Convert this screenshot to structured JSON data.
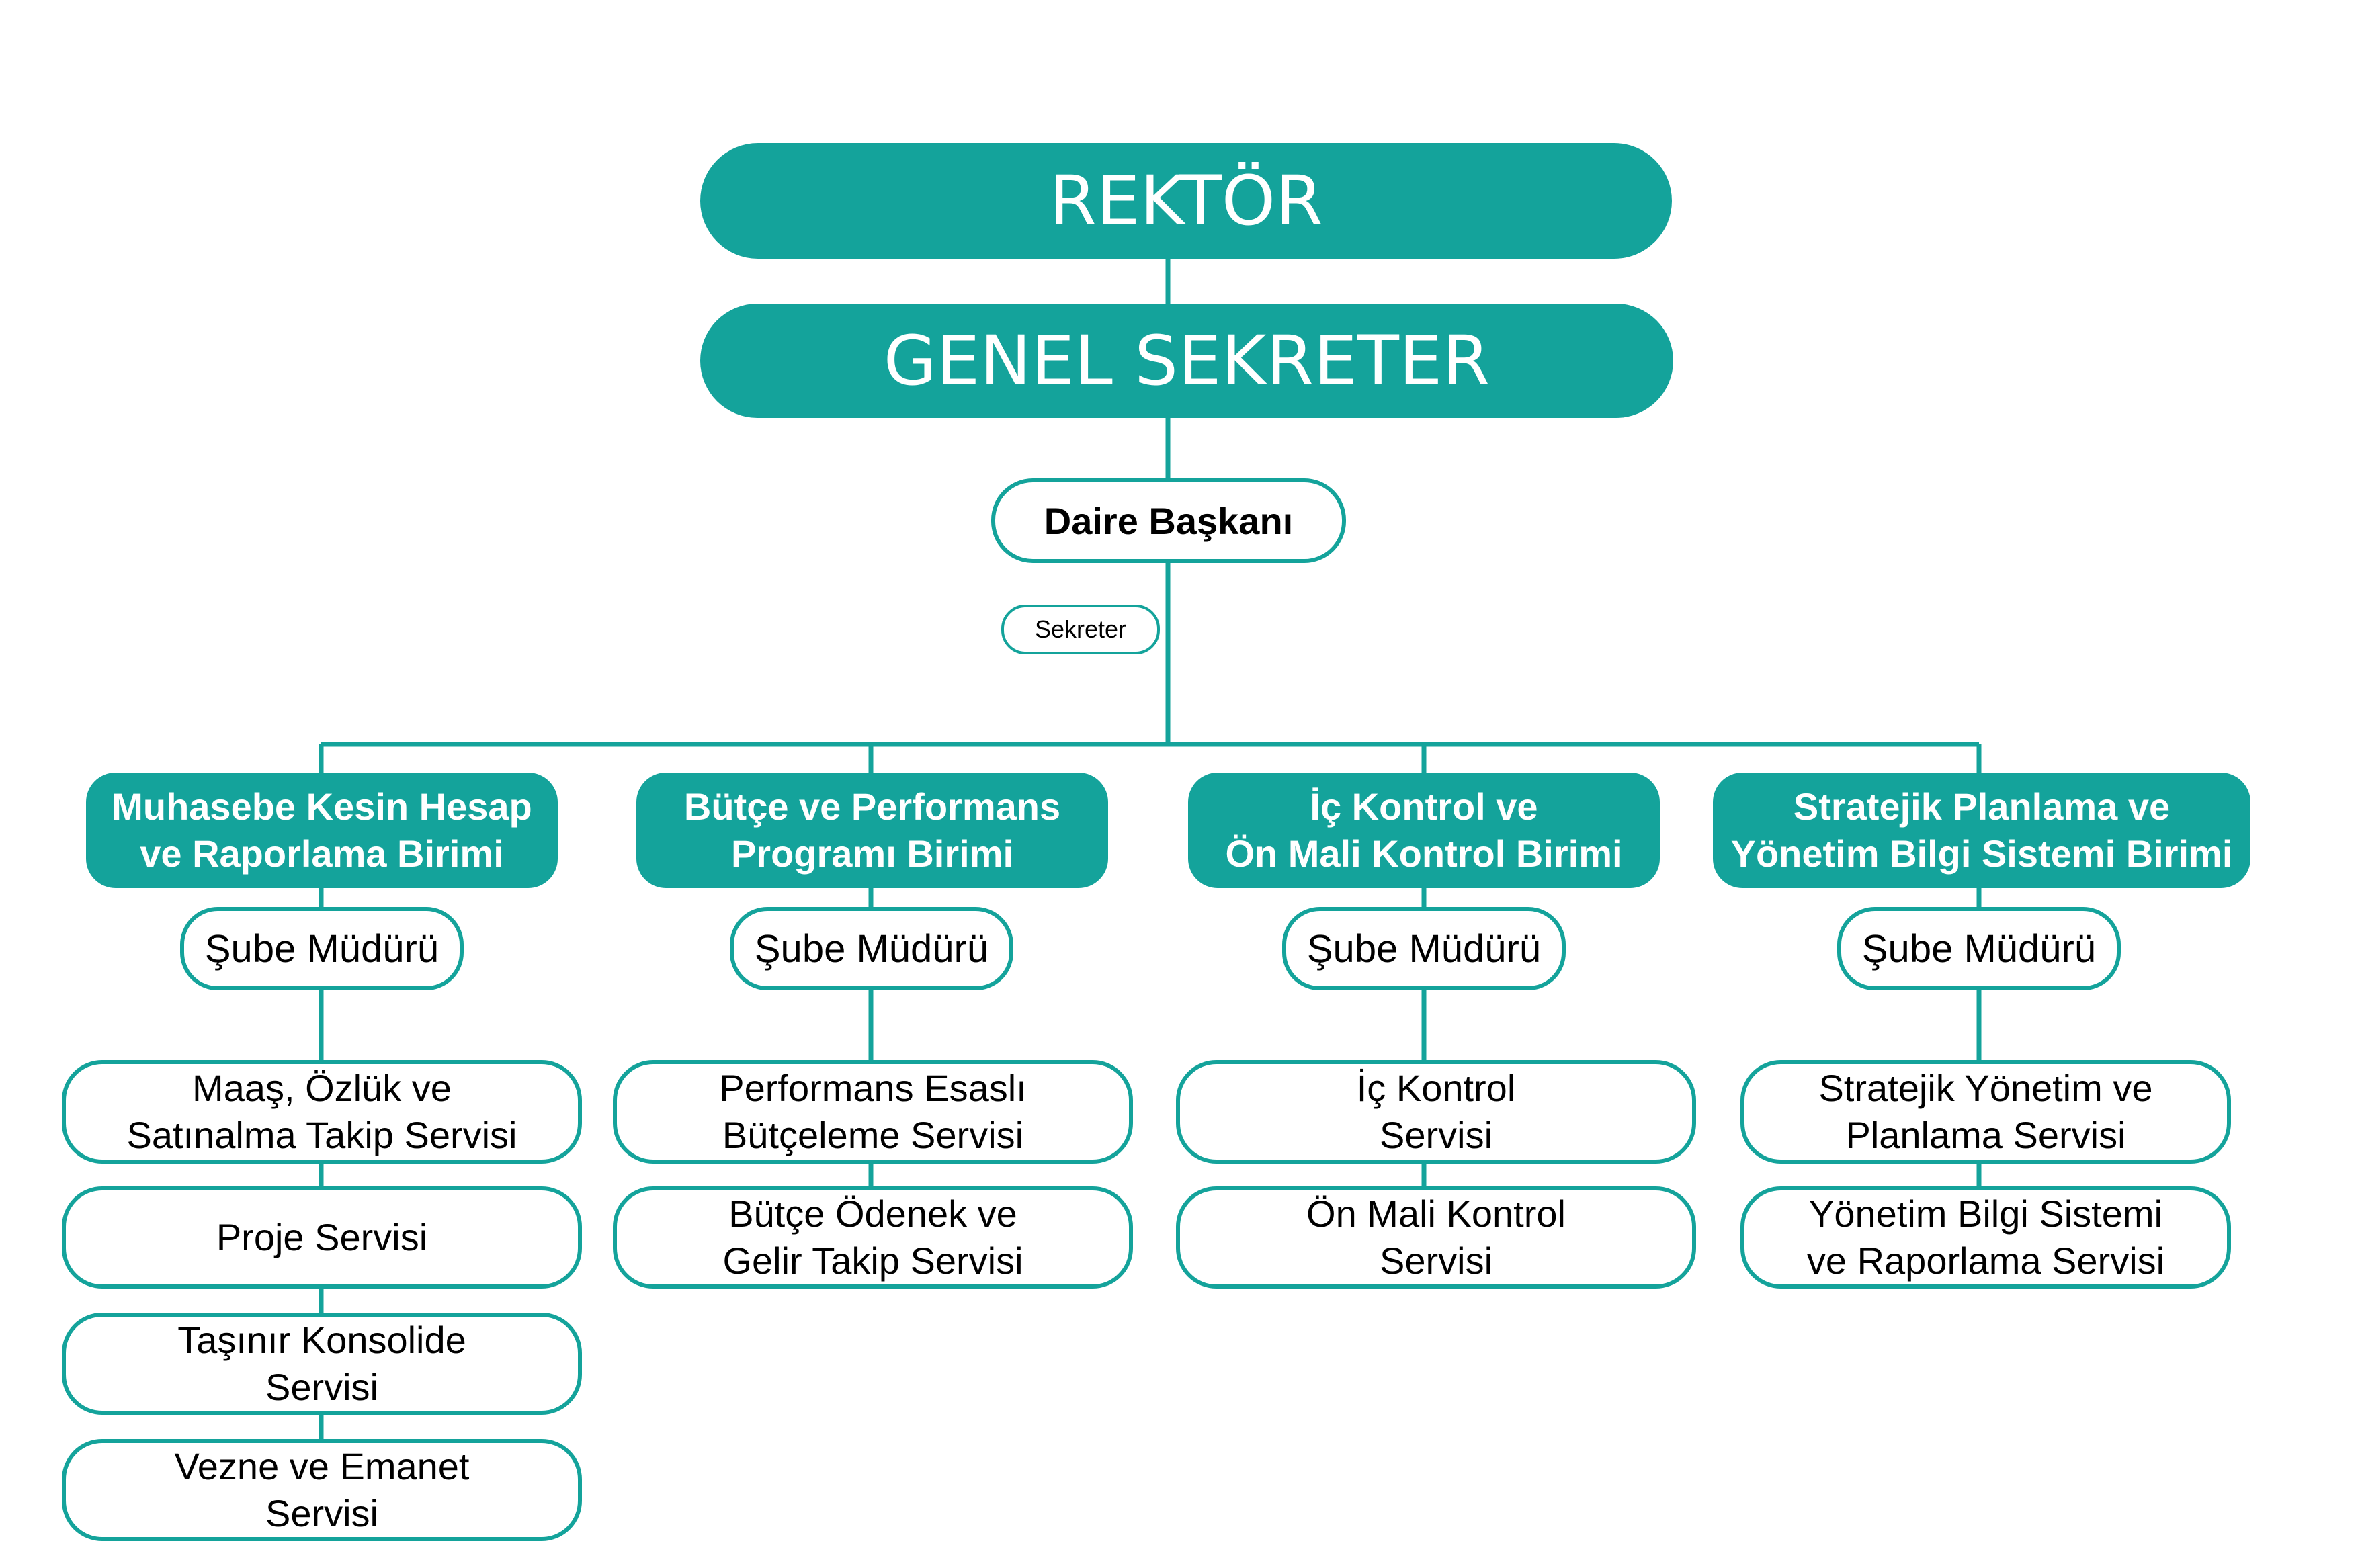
{
  "colors": {
    "accent": "#14a39b",
    "text_dark": "#000000",
    "text_light": "#ffffff"
  },
  "rektor": "REKTÖR",
  "genel_sekreter": "GENEL SEKRETER",
  "daire_baskani": "Daire Başkanı",
  "sekreter": "Sekreter",
  "units": [
    {
      "name": "Muhasebe Kesin Hesap\nve Raporlama Birimi",
      "sube": "Şube Müdürü",
      "services": [
        "Maaş, Özlük ve\nSatınalma Takip Servisi",
        "Proje Servisi",
        "Taşınır Konsolide\nServisi",
        "Vezne ve Emanet\nServisi"
      ]
    },
    {
      "name": "Bütçe ve Performans\nProgramı Birimi",
      "sube": "Şube Müdürü",
      "services": [
        "Performans Esaslı\nBütçeleme Servisi",
        "Bütçe Ödenek ve\nGelir Takip Servisi"
      ]
    },
    {
      "name": "İç Kontrol ve\nÖn Mali Kontrol Birimi",
      "sube": "Şube Müdürü",
      "services": [
        "İç Kontrol\nServisi",
        "Ön Mali Kontrol\nServisi"
      ]
    },
    {
      "name": "Stratejik Planlama ve\nYönetim Bilgi Sistemi Birimi",
      "sube": "Şube Müdürü",
      "services": [
        "Stratejik Yönetim ve\nPlanlama Servisi",
        "Yönetim Bilgi Sistemi\nve Raporlama Servisi"
      ]
    }
  ]
}
